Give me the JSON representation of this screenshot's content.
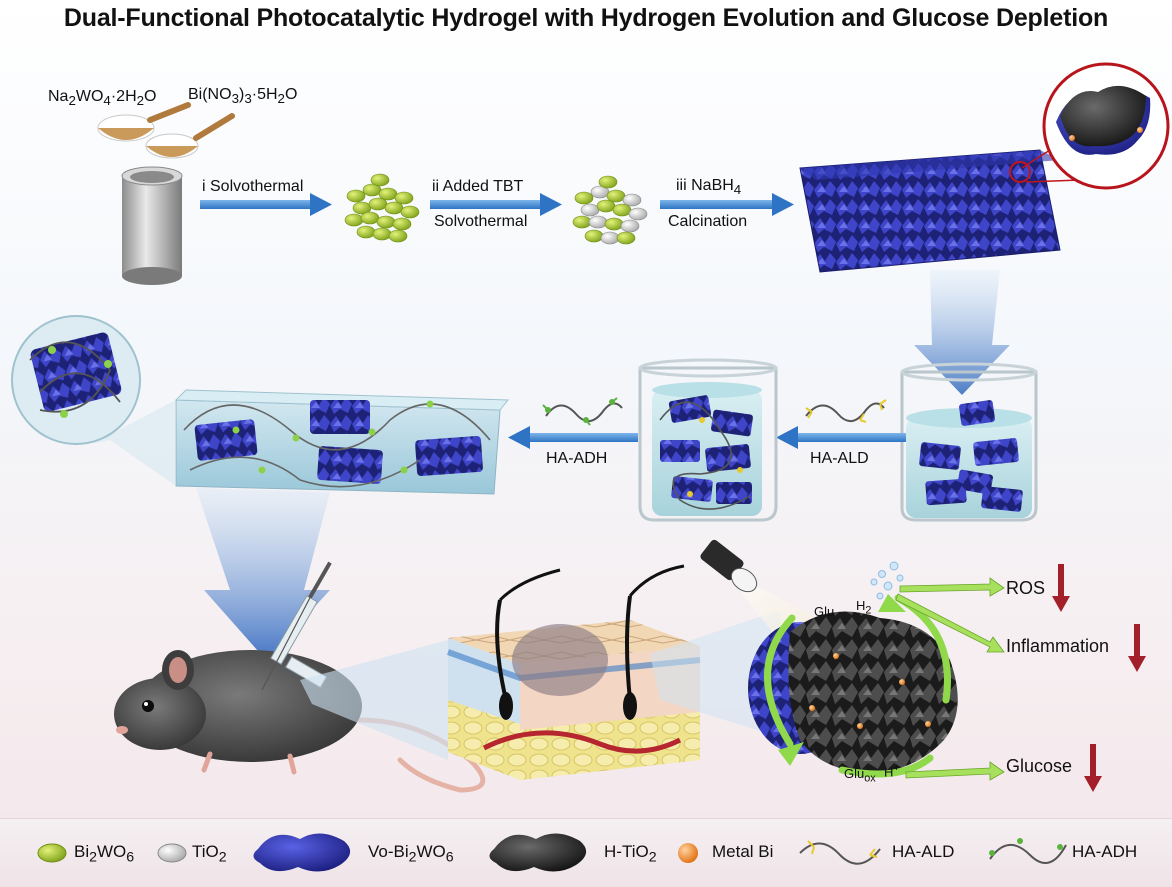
{
  "title": "Dual-Functional Photocatalytic Hydrogel with Hydrogen Evolution and Glucose Depletion",
  "reagents": {
    "left": {
      "base": "Na",
      "s1": "2",
      "m1": "WO",
      "s2": "4",
      "m2": "·2H",
      "s3": "2",
      "m3": "O"
    },
    "right": {
      "base": "Bi(NO",
      "s1": "3",
      "m1": ")",
      "s2": "3",
      "m2": "·5H",
      "s3": "2",
      "m3": "O"
    }
  },
  "steps": {
    "step1": "i Solvothermal",
    "step2_top": "ii Added TBT",
    "step2_bottom": "Solvothermal",
    "step3_top_base": "iii NaBH",
    "step3_top_sub": "4",
    "step3_bottom": "Calcination",
    "ha_ald": "HA-ALD",
    "ha_adh": "HA-ADH"
  },
  "mechanism": {
    "glu": "Glu",
    "h2_base": "H",
    "h2_sub": "2",
    "glu_ox_base": "Glu",
    "glu_ox_sub": "ox",
    "h_plus_base": "H",
    "h_plus_sup": "+",
    "ros": "ROS",
    "inflammation": "Inflammation",
    "glucose": "Glucose"
  },
  "legend": {
    "bi2wo6": {
      "base": "Bi",
      "s1": "2",
      "m1": "WO",
      "s2": "6"
    },
    "tio2": {
      "base": "TiO",
      "s1": "2"
    },
    "vo_bi2wo6": {
      "base": "Vo-Bi",
      "s1": "2",
      "m1": "WO",
      "s2": "6"
    },
    "h_tio2": {
      "base": "H-TiO",
      "s1": "2"
    },
    "metal_bi": "Metal Bi",
    "ha_ald": "HA-ALD",
    "ha_adh": "HA-ADH"
  },
  "colors": {
    "arrow_blue": "#4a8fd6",
    "green": "#9acd32",
    "vo_blue": "#2f35b8",
    "h_tio2": "#2b2b2b",
    "down_arrow": "#a3202a"
  }
}
